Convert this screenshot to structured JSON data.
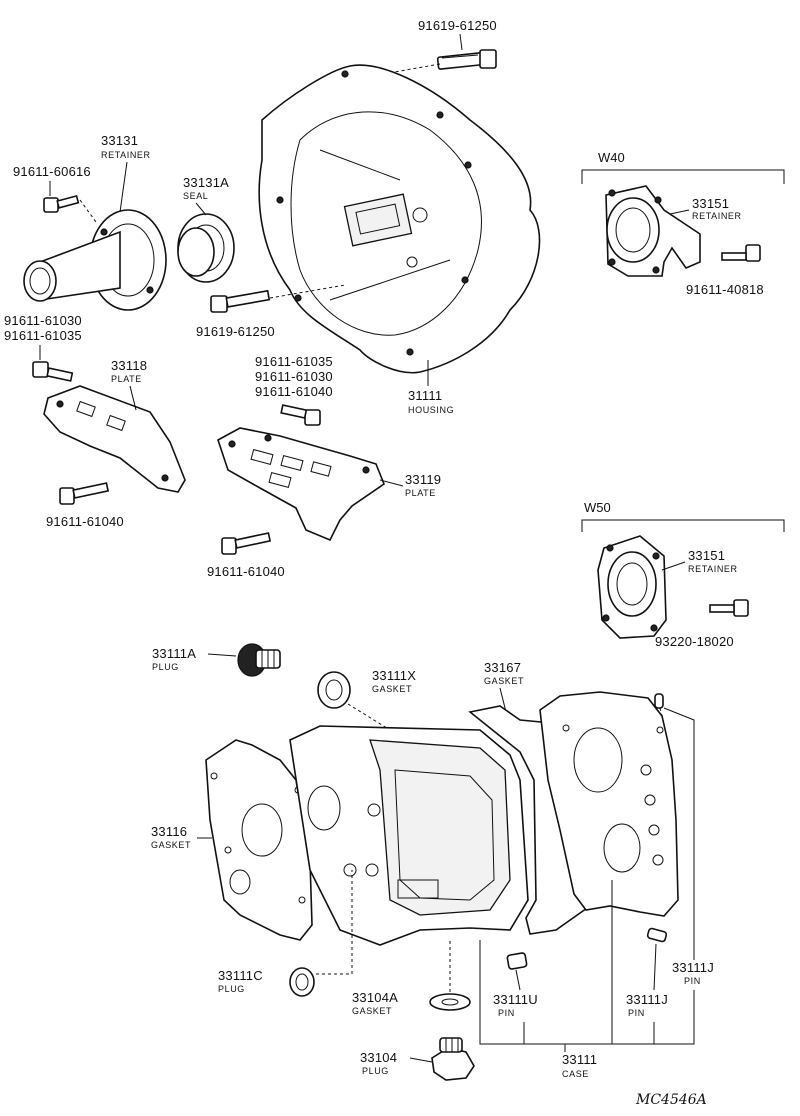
{
  "callouts": {
    "bolt_top": {
      "number": "91619-61250"
    },
    "retainer_33131": {
      "number": "33131",
      "caption": "RETAINER"
    },
    "bolt_60616": {
      "number": "91611-60616"
    },
    "seal_33131a": {
      "number": "33131A",
      "caption": "SEAL"
    },
    "group_w40": {
      "label": "W40"
    },
    "retainer_w40": {
      "number": "33151",
      "caption": "RETAINER"
    },
    "bolt_40818": {
      "number": "91611-40818"
    },
    "bolt_set_left": {
      "line1": "91611-61030",
      "line2": "91611-61035"
    },
    "bolt_mid": {
      "number": "91619-61250"
    },
    "housing": {
      "number": "31111",
      "caption": "HOUSING"
    },
    "plate_33118": {
      "number": "33118",
      "caption": "PLATE"
    },
    "bolt_set_right": {
      "line1": "91611-61035",
      "line2": "91611-61030",
      "line3": "91611-61040"
    },
    "plate_33119": {
      "number": "33119",
      "caption": "PLATE"
    },
    "bolt_61040_a": {
      "number": "91611-61040"
    },
    "bolt_61040_b": {
      "number": "91611-61040"
    },
    "group_w50": {
      "label": "W50"
    },
    "retainer_w50": {
      "number": "33151",
      "caption": "RETAINER"
    },
    "bolt_18020": {
      "number": "93220-18020"
    },
    "plug_33111a": {
      "number": "33111A",
      "caption": "PLUG"
    },
    "gasket_33111x": {
      "number": "33111X",
      "caption": "GASKET"
    },
    "gasket_33167": {
      "number": "33167",
      "caption": "GASKET"
    },
    "gasket_33116": {
      "number": "33116",
      "caption": "GASKET"
    },
    "plug_33111c": {
      "number": "33111C",
      "caption": "PLUG"
    },
    "gasket_33104a": {
      "number": "33104A",
      "caption": "GASKET"
    },
    "pin_33111u": {
      "number": "33111U",
      "caption": "PIN"
    },
    "pin_33111j_a": {
      "number": "33111J",
      "caption": "PIN"
    },
    "pin_33111j_b": {
      "number": "33111J",
      "caption": "PIN"
    },
    "case_33111": {
      "number": "33111",
      "caption": "CASE"
    },
    "plug_33104": {
      "number": "33104",
      "caption": "PLUG"
    }
  },
  "reference_code": "MC4546A"
}
